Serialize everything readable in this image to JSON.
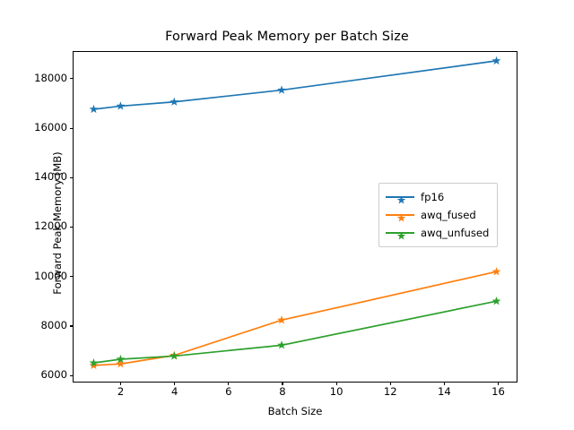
{
  "chart_data": {
    "type": "line",
    "title": "Forward Peak Memory per Batch Size",
    "xlabel": "Batch Size",
    "ylabel": "Forward Peak Memory (MB)",
    "x": [
      1,
      2,
      4,
      8,
      16
    ],
    "xlim": [
      0.25,
      16.75
    ],
    "ylim": [
      5680,
      19080
    ],
    "xticks": [
      2,
      4,
      6,
      8,
      10,
      12,
      14,
      16
    ],
    "xtick_labels": [
      "2",
      "4",
      "6",
      "8",
      "10",
      "12",
      "14",
      "16"
    ],
    "yticks": [
      6000,
      8000,
      10000,
      12000,
      14000,
      16000,
      18000
    ],
    "ytick_labels": [
      "6000",
      "8000",
      "10000",
      "12000",
      "14000",
      "16000",
      "18000"
    ],
    "grid": false,
    "legend_position": "center right",
    "marker": "star",
    "series": [
      {
        "name": "fp16",
        "color": "#1f77b4",
        "values": [
          16750,
          16880,
          17050,
          17530,
          18720
        ]
      },
      {
        "name": "awq_fused",
        "color": "#ff7f0e",
        "values": [
          6340,
          6400,
          6750,
          8180,
          10150
        ]
      },
      {
        "name": "awq_unfused",
        "color": "#2ca02c",
        "values": [
          6440,
          6590,
          6720,
          7160,
          8950
        ]
      }
    ]
  },
  "legend": {
    "items": [
      {
        "label": "fp16"
      },
      {
        "label": "awq_fused"
      },
      {
        "label": "awq_unfused"
      }
    ]
  }
}
